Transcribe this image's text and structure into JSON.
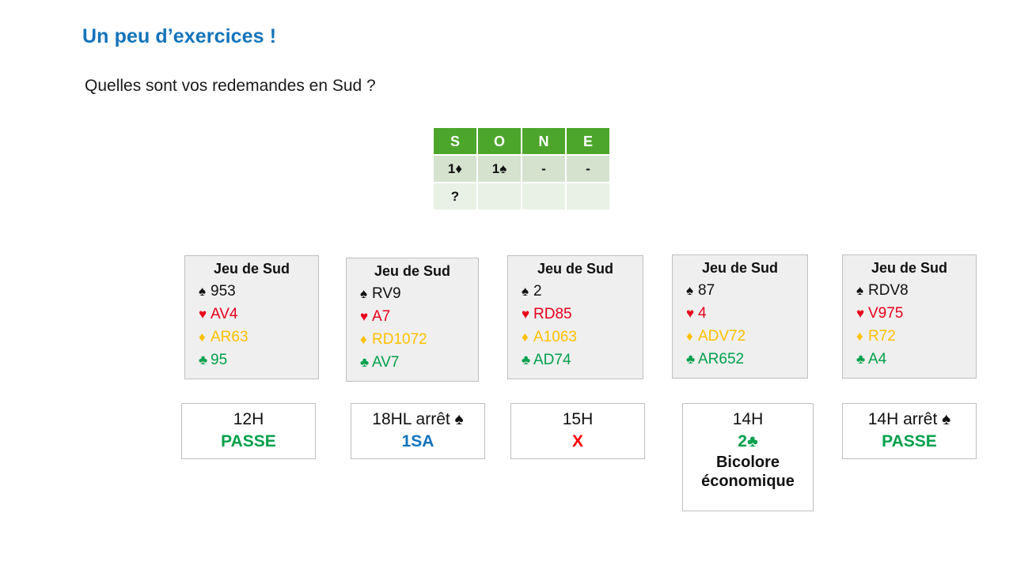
{
  "title": "Un peu d’exercices !",
  "subtitle": "Quelles sont vos redemandes en Sud ?",
  "colors": {
    "title_blue": "#1274BC",
    "table_header_green": "#4DA62C",
    "table_row_green": "#D4E2CE",
    "table_row_light": "#E9F0E6",
    "spade": "#111111",
    "heart": "#E8001C",
    "diamond": "#FFC000",
    "club": "#00A04B",
    "double_red": "#FF0000",
    "box_bg": "#EFEFEF",
    "box_border": "#BFBFBF"
  },
  "bidding_table": {
    "headers": [
      "S",
      "O",
      "N",
      "E"
    ],
    "rows": [
      {
        "cells": [
          {
            "text": "1♦",
            "color": "diamond"
          },
          {
            "text": "1♠",
            "color": "black"
          },
          {
            "text": "-",
            "color": "black"
          },
          {
            "text": "-",
            "color": "black"
          }
        ]
      },
      {
        "cells": [
          {
            "text": "?",
            "color": "black"
          },
          {
            "text": "",
            "color": "black"
          },
          {
            "text": "",
            "color": "black"
          },
          {
            "text": "",
            "color": "black"
          }
        ]
      }
    ]
  },
  "hands": [
    {
      "title": "Jeu de Sud",
      "spades": "953",
      "hearts": "AV4",
      "diamonds": "AR63",
      "clubs": "95"
    },
    {
      "title": "Jeu de Sud",
      "spades": "RV9",
      "hearts": "A7",
      "diamonds": "RD1072",
      "clubs": "AV7"
    },
    {
      "title": "Jeu de Sud",
      "spades": "2",
      "hearts": "RD85",
      "diamonds": "A1063",
      "clubs": "AD74"
    },
    {
      "title": "Jeu de Sud",
      "spades": "87",
      "hearts": "4",
      "diamonds": "ADV72",
      "clubs": "AR652"
    },
    {
      "title": "Jeu de Sud",
      "spades": "RDV8",
      "hearts": "V975",
      "diamonds": "R72",
      "clubs": "A4"
    }
  ],
  "suit_symbols": {
    "spade": "♠",
    "heart": "♥",
    "diamond": "♦",
    "club": "♣"
  },
  "answers": [
    {
      "points": "12H",
      "bid": "PASSE",
      "bid_color": "green",
      "note": ""
    },
    {
      "points": "18HL arrêt ♠",
      "bid": "1SA",
      "bid_color": "blue",
      "note": ""
    },
    {
      "points": "15H",
      "bid": "X",
      "bid_color": "red",
      "note": ""
    },
    {
      "points": "14H",
      "bid": "2♣",
      "bid_color": "green",
      "note": "Bicolore\néconomique"
    },
    {
      "points": "14H arrêt ♠",
      "bid": "PASSE",
      "bid_color": "green",
      "note": ""
    }
  ]
}
